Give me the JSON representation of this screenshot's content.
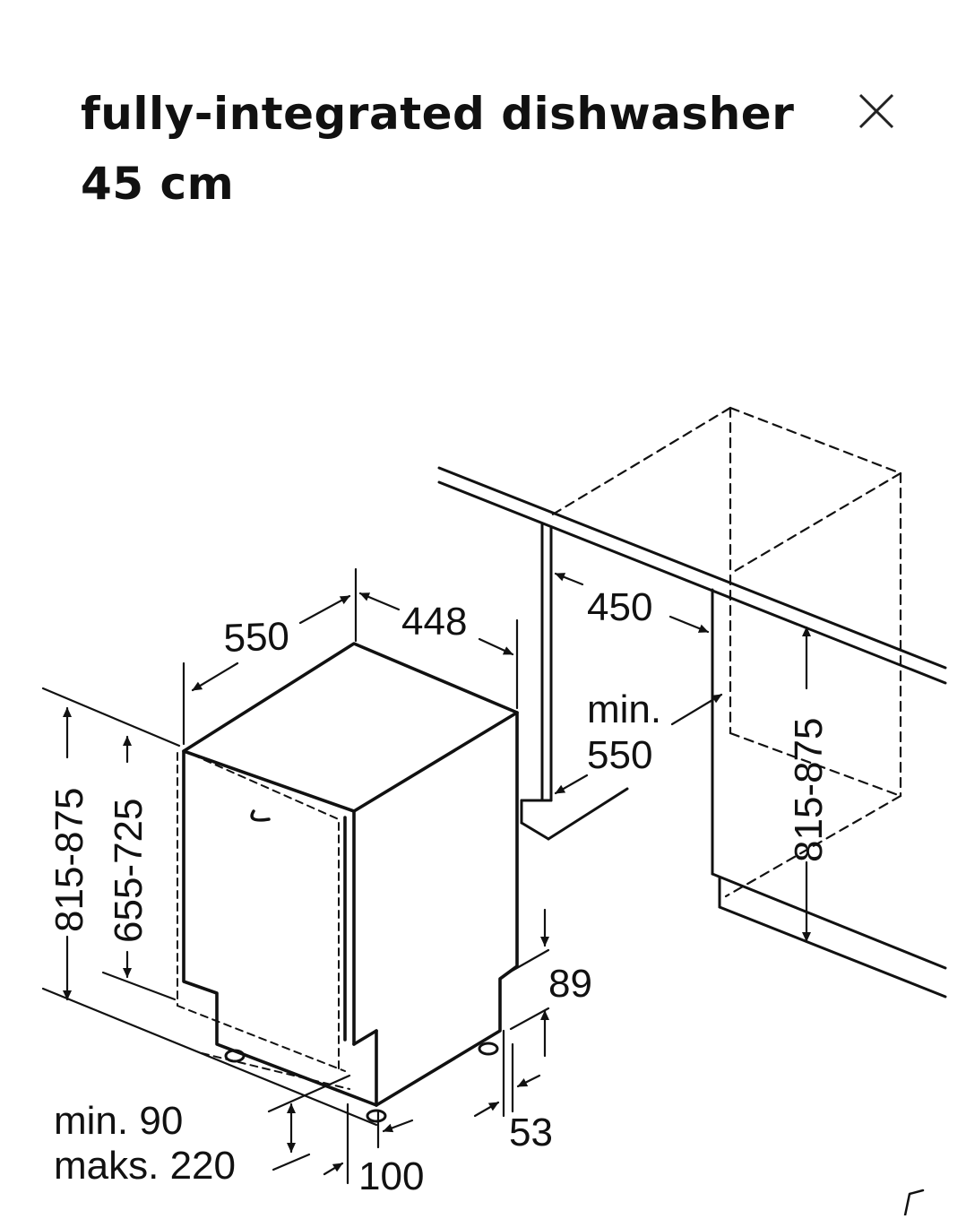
{
  "header": {
    "title_line1": "fully-integrated dishwasher",
    "title_line2": "45 cm",
    "close_icon": "close-icon"
  },
  "diagram": {
    "labels": {
      "depth": "550",
      "width": "448",
      "niche_width": "450",
      "niche_depth_min": "min.",
      "niche_depth_val": "550",
      "height_total": "815-875",
      "height_door": "655-725",
      "niche_height": "815-875",
      "dim_89": "89",
      "dim_53": "53",
      "dim_100": "100",
      "plinth_min": "min. 90",
      "plinth_max": "maks. 220"
    }
  }
}
